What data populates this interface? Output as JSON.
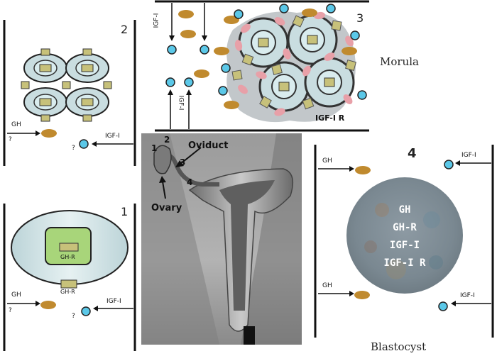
{
  "panels": {
    "p2": {
      "number": "2",
      "gh": "GH",
      "igf": "IGF-I",
      "q1": "?",
      "q2": "?"
    },
    "p1": {
      "number": "1",
      "receptor_inner": "GH-R",
      "receptor_outer": "GH-R",
      "gh": "GH",
      "igf": "IGF-I",
      "q1": "?",
      "q2": "?"
    },
    "p3": {
      "number": "3",
      "igf_top": "IGF-I",
      "igf_bottom": "IGF-I",
      "receptor": "IGF-I R"
    },
    "p4": {
      "number": "4",
      "gh_top": "GH",
      "gh_bottom": "GH",
      "igf_top": "IGF-I",
      "igf_bottom": "IGF-I",
      "inner": [
        "GH",
        "GH-R",
        "IGF-I",
        "IGF-I R"
      ]
    },
    "center": {
      "n1": "1",
      "n2": "2",
      "n3": "3",
      "n4": "4",
      "oviduct": "Oviduct",
      "ovary": "Ovary"
    }
  },
  "captions": {
    "morula": "Morula",
    "blastocyst": "Blastocyst"
  },
  "colors": {
    "gh_molecule": "#C08A2E",
    "igf_molecule": "#5BC8E8",
    "receptor": "#C7C17A",
    "pink_cell": "#E8A0A8"
  }
}
